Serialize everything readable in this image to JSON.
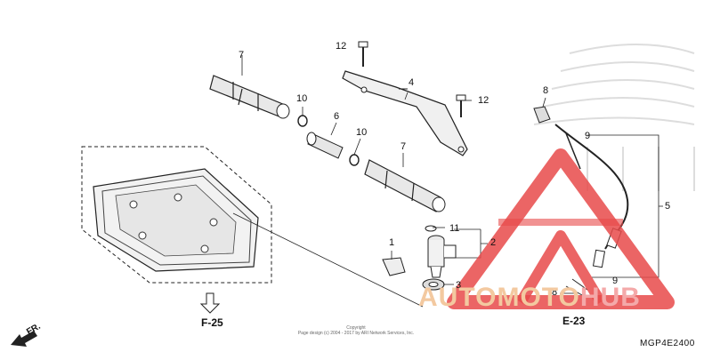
{
  "part_numbers": [
    "1",
    "2",
    "3",
    "4",
    "5",
    "6",
    "7",
    "7",
    "8",
    "8",
    "9",
    "9",
    "10",
    "10",
    "11",
    "12",
    "12"
  ],
  "refs": {
    "frame": "F-25",
    "electrical": "E-23"
  },
  "direction": "FR.",
  "diagram_code": "MGP4E2400",
  "copyright": [
    "Copyright",
    "Page design (c) 2004 - 2017 by ARI Network Services, Inc."
  ],
  "watermark": {
    "part1": "AUTOMOTO",
    "part2": "HUB",
    "colors": {
      "triangle": "#e84a4a",
      "text1": "#f3c9a0",
      "text2": "#f4a9a9"
    }
  },
  "background_logo": "honda-wing-logo"
}
